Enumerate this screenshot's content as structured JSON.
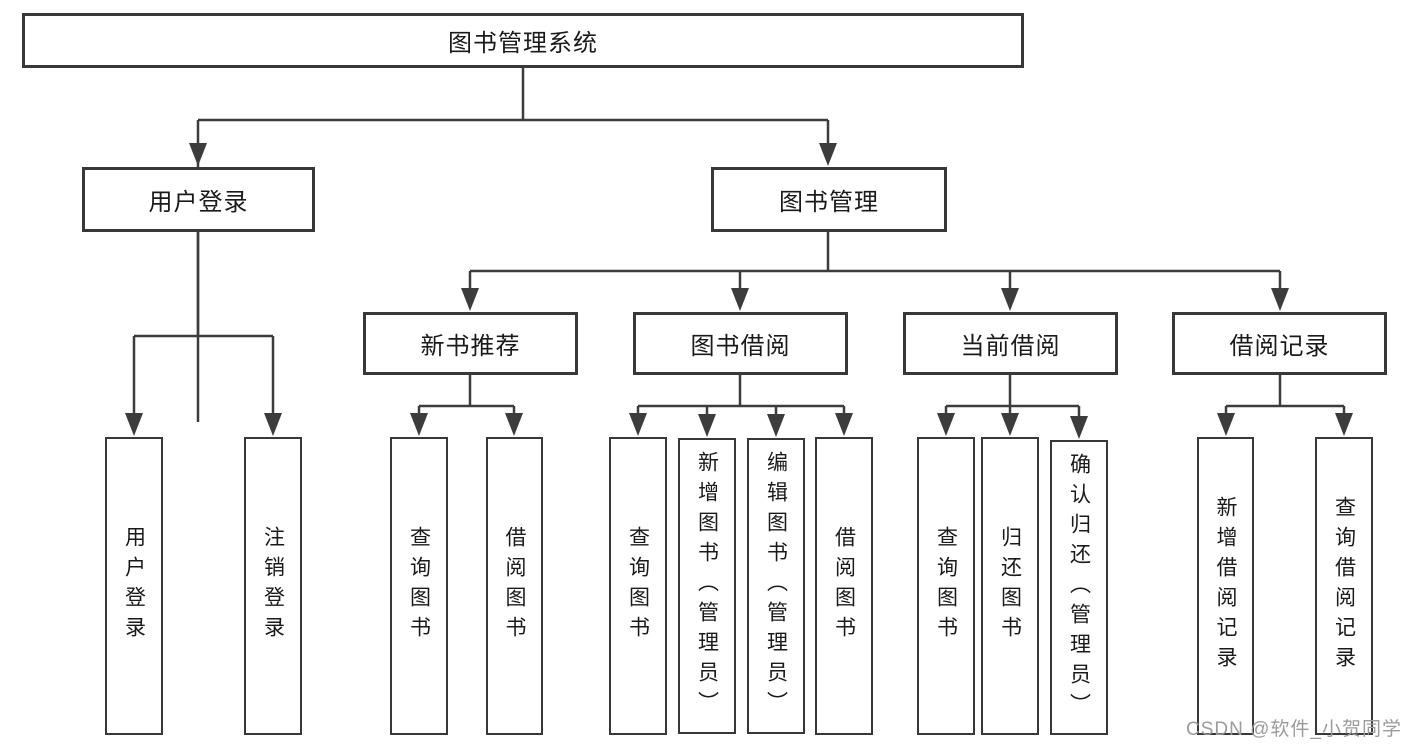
{
  "tree": {
    "label": "图书管理系统",
    "children": [
      {
        "label": "用户登录",
        "children": [
          {
            "label": "用户登录"
          },
          {
            "label": "注销登录"
          }
        ]
      },
      {
        "label": "图书管理",
        "children": [
          {
            "label": "新书推荐",
            "children": [
              {
                "label": "查询图书"
              },
              {
                "label": "借阅图书"
              }
            ]
          },
          {
            "label": "图书借阅",
            "children": [
              {
                "label": "查询图书"
              },
              {
                "label": "新增图书（管理员）"
              },
              {
                "label": "编辑图书（管理员）"
              },
              {
                "label": "借阅图书"
              }
            ]
          },
          {
            "label": "当前借阅",
            "children": [
              {
                "label": "查询图书"
              },
              {
                "label": "归还图书"
              },
              {
                "label": "确认归还（管理员）"
              }
            ]
          },
          {
            "label": "借阅记录",
            "children": [
              {
                "label": "新增借阅记录"
              },
              {
                "label": "查询借阅记录"
              }
            ]
          }
        ]
      }
    ]
  },
  "watermark": "CSDN @软件_小贺同学",
  "colors": {
    "line": "#3c3c3c",
    "box_border": "#383838",
    "box_fill": "#ffffff",
    "text": "#1a1a1a",
    "watermark": "#9b9b9b"
  }
}
